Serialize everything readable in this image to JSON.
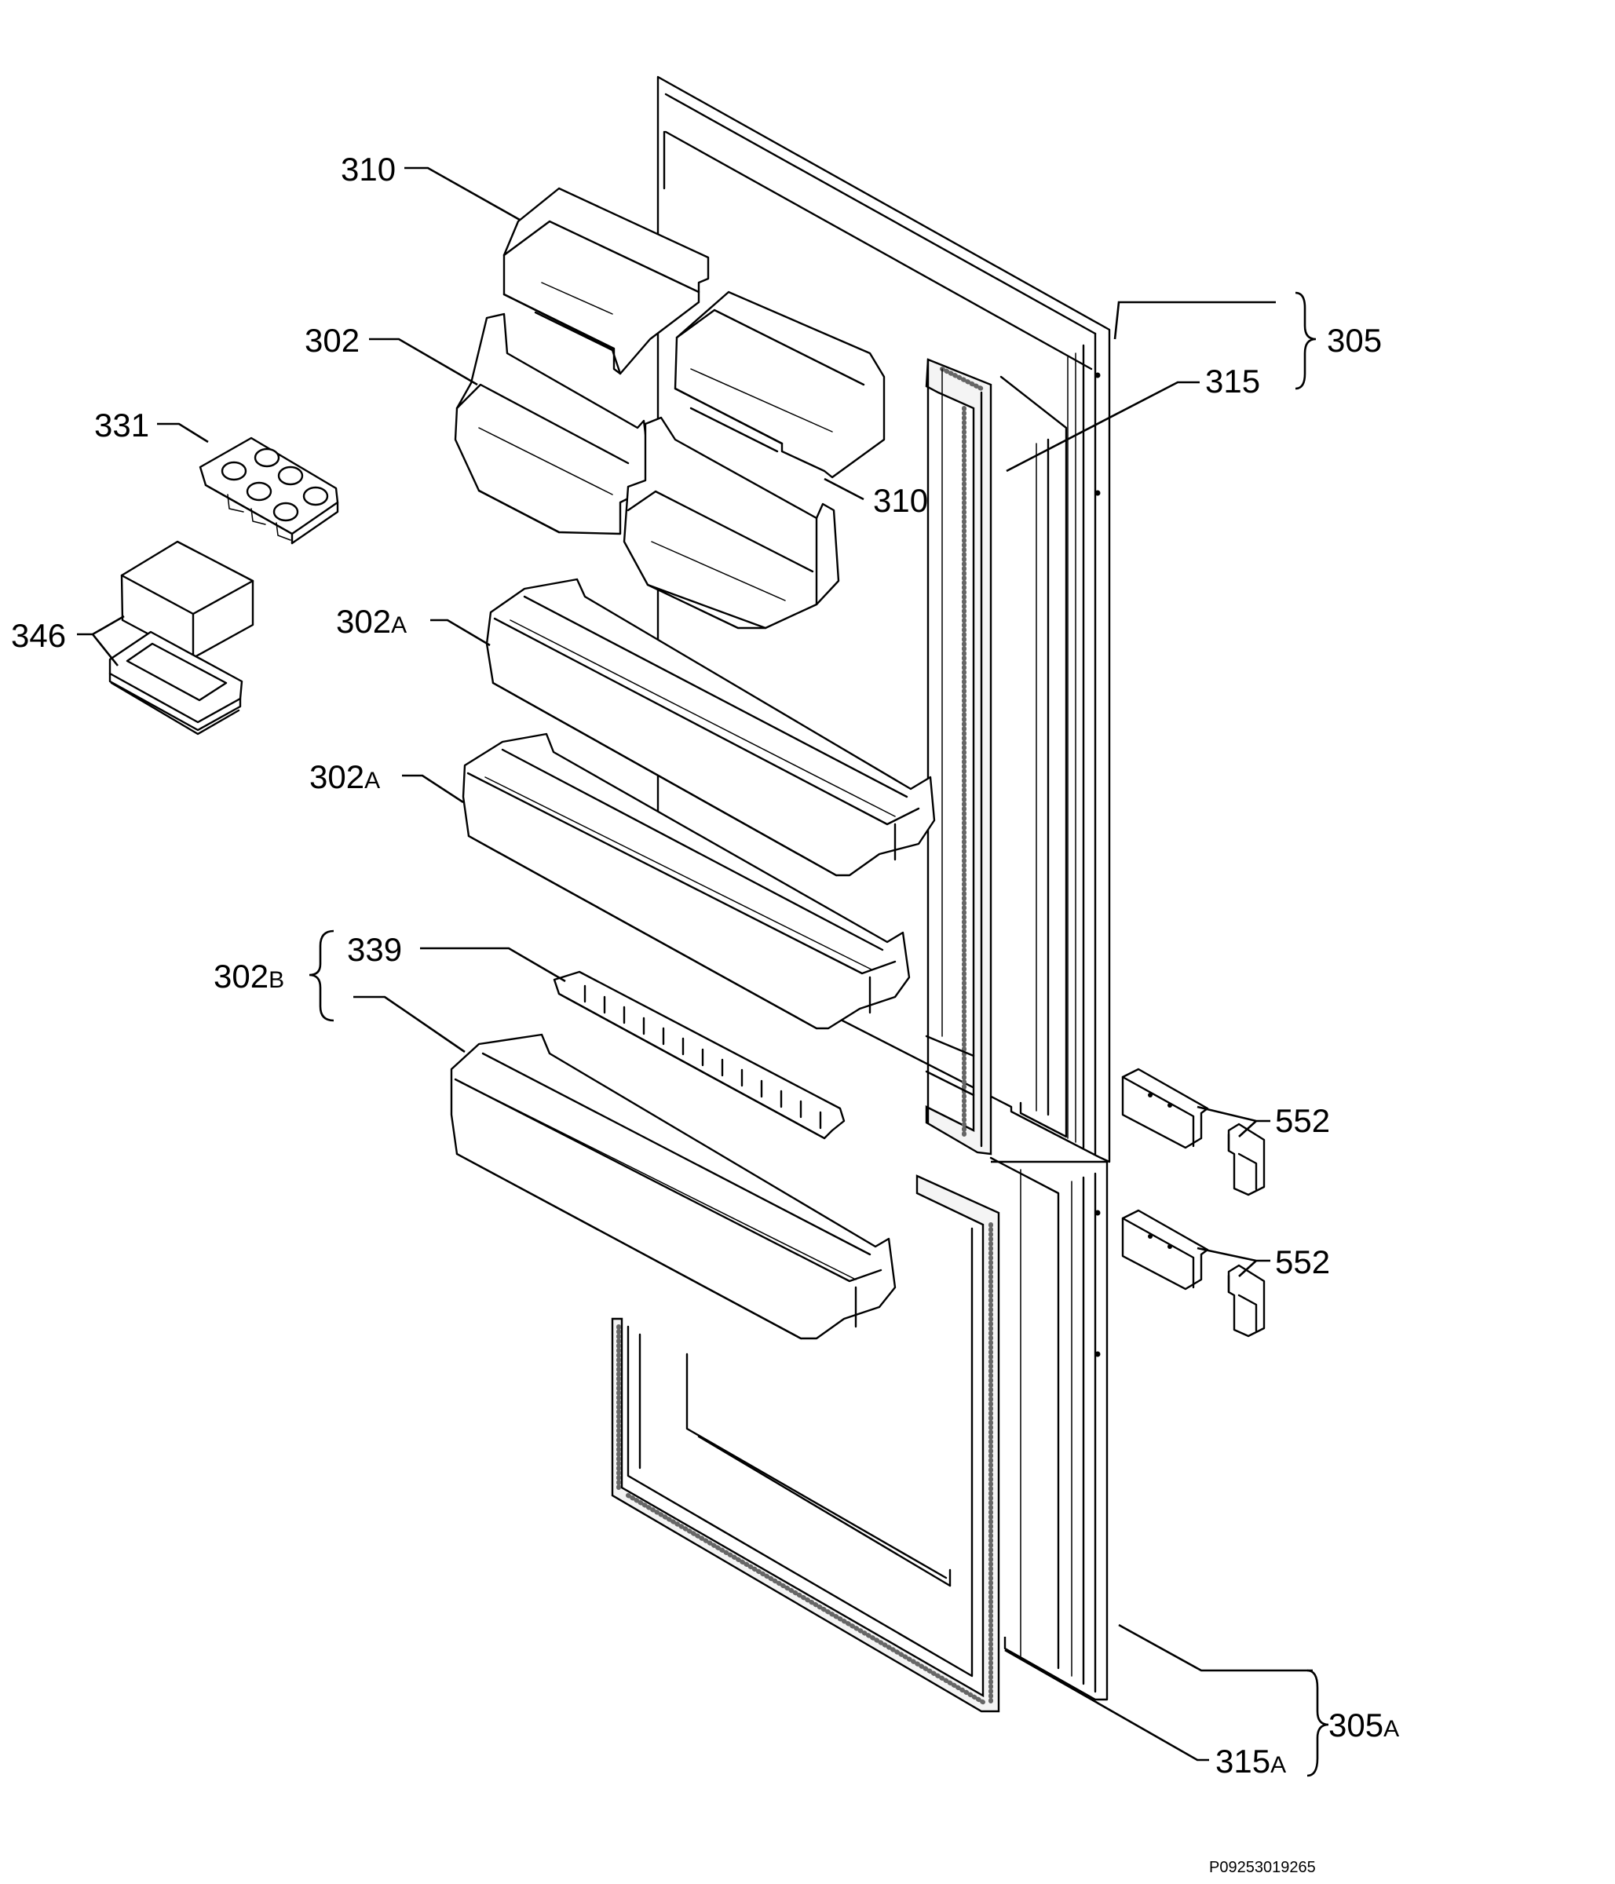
{
  "labels": {
    "l310_top": "310",
    "l302": "302",
    "l331": "331",
    "l346": "346",
    "l310_mid": "310",
    "l302a_1": "302",
    "l302a_1_suffix": "A",
    "l302a_2": "302",
    "l302a_2_suffix": "A",
    "l302b": "302",
    "l302b_suffix": "B",
    "l339": "339",
    "l305": "305",
    "l315": "315",
    "l552_1": "552",
    "l552_2": "552",
    "l305a": "305",
    "l305a_suffix": "A",
    "l315a": "315",
    "l315a_suffix": "A"
  },
  "drawing_code": "P09253019265"
}
